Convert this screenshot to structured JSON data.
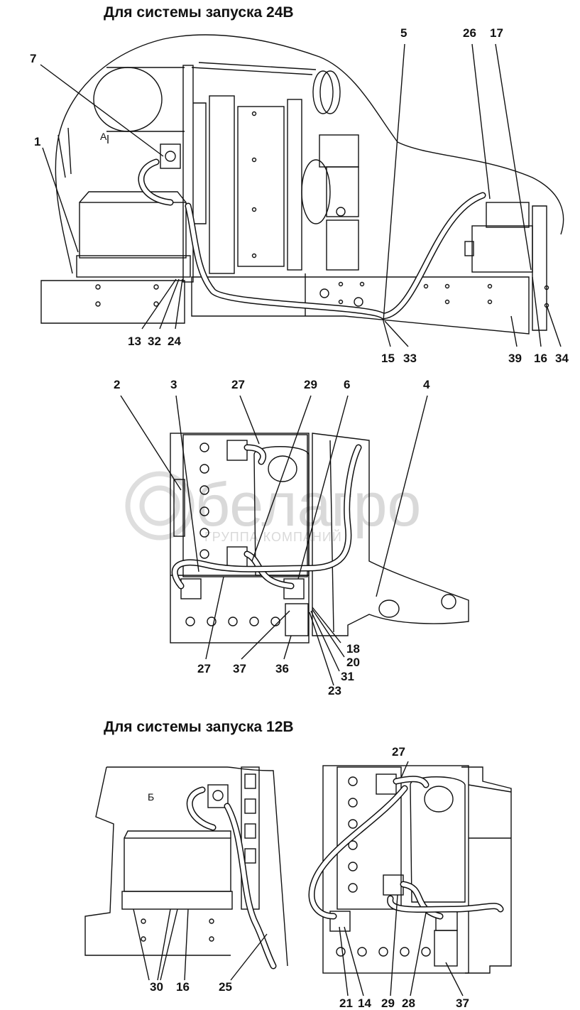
{
  "titles": {
    "top": "Для системы запуска 24В",
    "bottom": "Для системы запуска 12В"
  },
  "watermark": {
    "brand": "белагро",
    "tagline": "ГРУППА КОМПАНИЙ"
  },
  "view_marks": {
    "a": "А",
    "b": "Б"
  },
  "callouts": {
    "top": [
      "7",
      "1",
      "5",
      "26",
      "17",
      "13",
      "32",
      "24",
      "15",
      "33",
      "39",
      "16",
      "34"
    ],
    "middle": [
      "2",
      "3",
      "27",
      "29",
      "6",
      "4",
      "27",
      "37",
      "36",
      "18",
      "20",
      "31",
      "23"
    ],
    "bottom_right_top": [
      "27"
    ],
    "bottom_left": [
      "30",
      "16",
      "25"
    ],
    "bottom_right": [
      "21",
      "14",
      "29",
      "28",
      "37"
    ]
  },
  "colors": {
    "ink": "#111111",
    "watermark": "#d9d9d9"
  }
}
